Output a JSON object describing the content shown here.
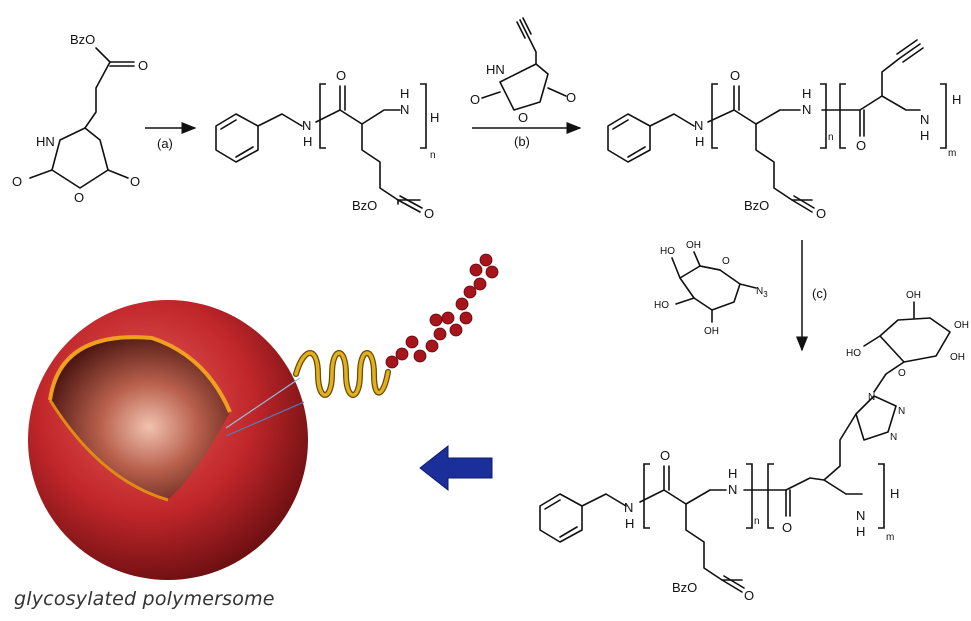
{
  "monomer1": {
    "top": "BzO",
    "o_ester": "O",
    "nh": "HN",
    "o_left": "O",
    "o_ring": "O",
    "o_right": "O"
  },
  "step_a": "(a)",
  "step_b": "(b)",
  "step_c": "(c)",
  "monomer2": {
    "nh": "HN",
    "o_left": "O",
    "o_ring": "O",
    "o_right": "O"
  },
  "polymer1": {
    "nh1": "N",
    "h1": "H",
    "o_amide": "O",
    "nh2": "N",
    "h2": "H",
    "h_end": "H",
    "n": "n",
    "bzo": "BzO",
    "o_ester": "O"
  },
  "polymer2": {
    "nh1": "N",
    "h1": "H",
    "o1": "O",
    "nh2": "N",
    "h2": "H",
    "n": "n",
    "o2": "O",
    "nh3": "N",
    "h3": "H",
    "m": "m",
    "bzo": "BzO",
    "o_ester": "O",
    "cut_label": "H"
  },
  "sugar_azide": {
    "ho1": "HO",
    "oh1": "OH",
    "ho2": "HO",
    "oh2": "OH",
    "o_ring": "O",
    "n3": "N",
    "n3_sub": "3"
  },
  "product": {
    "oh_top": "OH",
    "oh_right": "OH",
    "ho": "HO",
    "o_ring": "O",
    "oh_cut": "OH",
    "n1": "N",
    "n2": "N",
    "n3": "N",
    "nh1": "N",
    "h1": "H",
    "o1": "O",
    "nh2": "N",
    "h2": "H",
    "n": "n",
    "o2": "O",
    "nh3": "N",
    "h3": "H",
    "h_end": "H",
    "m": "m",
    "bzo": "BzO",
    "o_ester": "O"
  },
  "caption": "glycosylated polymersome",
  "colors": {
    "sphere": "#c0262a",
    "helix": "#e0b020",
    "coil": "#a8141c",
    "arrow": "#1a2f9a"
  }
}
